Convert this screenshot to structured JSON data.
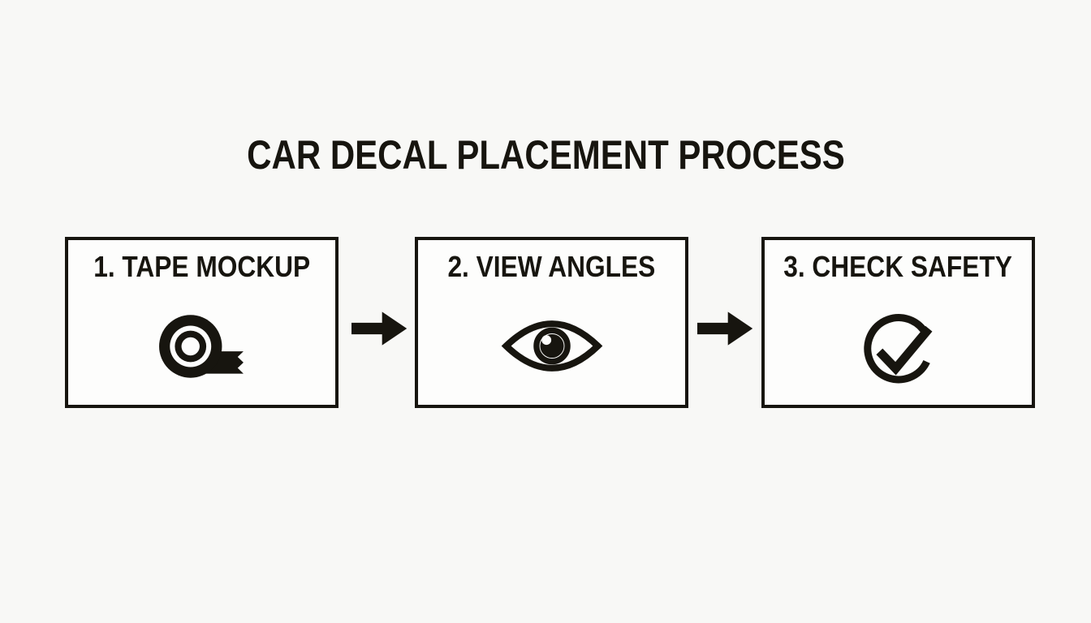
{
  "title": "CAR DECAL PLACEMENT PROCESS",
  "steps": [
    {
      "label": "1. TAPE MOCKUP",
      "icon": "tape-roll-icon"
    },
    {
      "label": "2. VIEW ANGLES",
      "icon": "eye-icon"
    },
    {
      "label": "3. CHECK SAFETY",
      "icon": "check-circle-icon"
    }
  ],
  "connectors": [
    {
      "icon": "arrow-right-icon"
    },
    {
      "icon": "arrow-right-icon"
    }
  ],
  "colors": {
    "background": "#f8f8f6",
    "box_fill": "#fdfdfc",
    "ink": "#17150f"
  }
}
